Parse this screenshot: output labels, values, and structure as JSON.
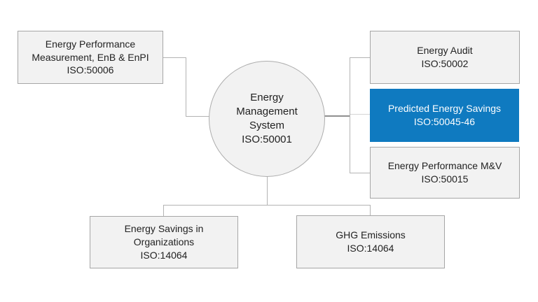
{
  "diagram": {
    "center": {
      "title_line1": "Energy",
      "title_line2": "Management",
      "title_line3": "System",
      "iso": "ISO:50001"
    },
    "nodes": {
      "measurement": {
        "title": "Energy Performance Measurement, EnB & EnPI",
        "iso": "ISO:50006"
      },
      "audit": {
        "title": "Energy Audit",
        "iso": "ISO:50002"
      },
      "predicted": {
        "title": "Predicted Energy Savings",
        "iso": "ISO:50045-46",
        "highlighted": true
      },
      "mv": {
        "title": "Energy Performance M&V",
        "iso": "ISO:50015"
      },
      "savings_org": {
        "title": "Energy Savings in Organizations",
        "iso": "ISO:14064"
      },
      "ghg": {
        "title": "GHG Emissions",
        "iso": "ISO:14064"
      }
    },
    "colors": {
      "background": "#ffffff",
      "node_fill": "#f2f2f2",
      "node_border": "#a6a6a6",
      "highlight_fill": "#0f7ac0",
      "highlight_text": "#ffffff",
      "text": "#222222",
      "connector": "#b3b3b3"
    }
  }
}
